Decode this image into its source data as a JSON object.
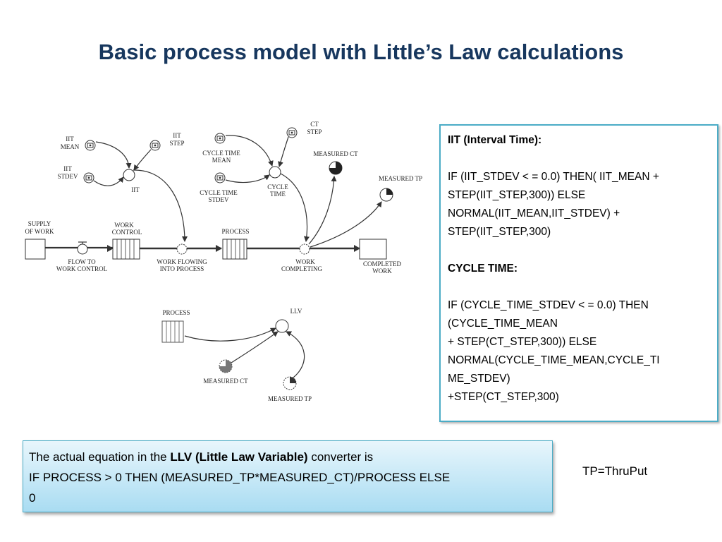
{
  "title": "Basic process model with Little’s Law calculations",
  "diagram": {
    "labels": {
      "iit_mean": [
        "IIT",
        "MEAN"
      ],
      "iit_stdev": [
        "IIT",
        "STDEV"
      ],
      "iit": "IIT",
      "iit_step": [
        "IIT",
        "STEP"
      ],
      "cycle_time_mean": [
        "CYCLE TIME",
        "MEAN"
      ],
      "cycle_time_stdev": [
        "CYCLE TIME",
        "STDEV"
      ],
      "cycle_time": [
        "CYCLE",
        "TIME"
      ],
      "ct_step": [
        "CT",
        "STEP"
      ],
      "measured_ct": "MEASURED CT",
      "measured_tp": "MEASURED TP",
      "supply_of_work": [
        "SUPPLY",
        "OF WORK"
      ],
      "work_control": [
        "WORK",
        "CONTROL"
      ],
      "process": "PROCESS",
      "completed_work": [
        "COMPLETED",
        "WORK"
      ],
      "flow_to_work_control": [
        "FLOW TO",
        "WORK CONTROL"
      ],
      "work_flowing_into_process": [
        "WORK FLOWING",
        "INTO PROCESS"
      ],
      "work_completing": [
        "WORK",
        "COMPLETING"
      ],
      "process2": "PROCESS",
      "llv": "LLV",
      "measured_ct2": "MEASURED CT",
      "measured_tp2": "MEASURED TP"
    }
  },
  "equations": {
    "iit_heading": "IIT  (Interval Time):",
    "iit_lines": [
      "IF (IIT_STDEV < = 0.0) THEN( IIT_MEAN +",
      "STEP(IIT_STEP,300)) ELSE",
      "NORMAL(IIT_MEAN,IIT_STDEV) +",
      "STEP(IIT_STEP,300)"
    ],
    "ct_heading": "CYCLE TIME:",
    "ct_lines": [
      "IF (CYCLE_TIME_STDEV < = 0.0) THEN",
      "(CYCLE_TIME_MEAN",
      "+ STEP(CT_STEP,300)) ELSE",
      "NORMAL(CYCLE_TIME_MEAN,CYCLE_TI",
      "ME_STDEV)",
      "+STEP(CT_STEP,300)"
    ]
  },
  "llv_note": {
    "prefix": "The actual equation in the ",
    "bold": "LLV  (Little Law Variable)",
    "suffix": "  converter is",
    "line2": "IF PROCESS > 0 THEN  (MEASURED_TP*MEASURED_CT)/PROCESS ELSE",
    "line3": "0"
  },
  "tp_note": "TP=ThruPut"
}
